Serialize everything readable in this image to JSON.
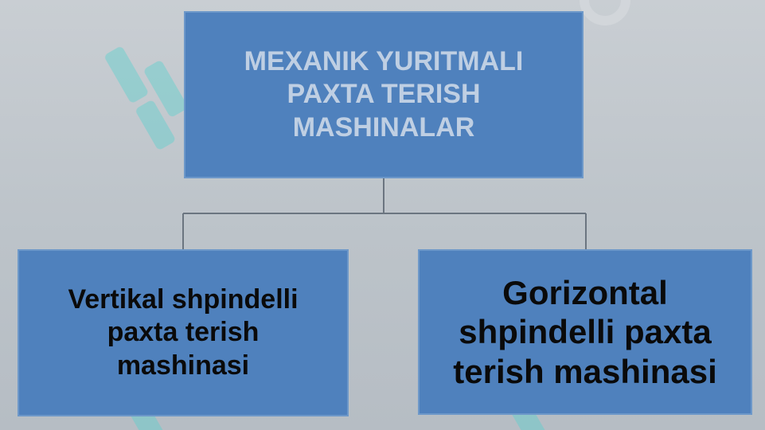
{
  "diagram": {
    "root": {
      "label": "MEXANIK YURITMALI\nPAXTA TERISH\nMASHINALAR"
    },
    "children": [
      {
        "label": "Vertikal shpindelli\npaxta terish\nmashinasi"
      },
      {
        "label": "Gorizontal\nshpindelli paxta\nterish mashinasi"
      }
    ]
  },
  "colors": {
    "node_fill": "#4f81bd",
    "root_text": "#bfcfe3",
    "child_text": "#0a0a0a",
    "connector": "#6b7580",
    "watermark": "#5fd0cf"
  }
}
